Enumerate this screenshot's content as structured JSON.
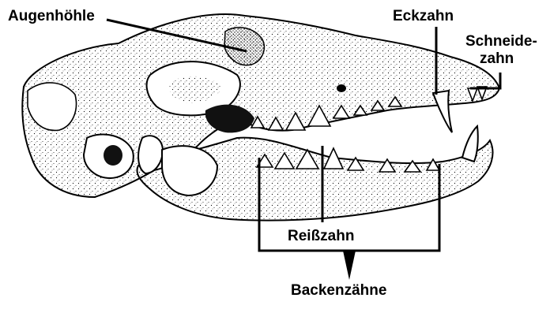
{
  "labels": {
    "augenhoehle": "Augenhöhle",
    "eckzahn": "Eckzahn",
    "schneidezahn_line1": "Schneide-",
    "schneidezahn_line2": "zahn",
    "reisszahn": "Reißzahn",
    "backenzaehne": "Backenzähne"
  },
  "colors": {
    "ink": "#000000",
    "paper": "#ffffff",
    "shade": "#1a1a1a"
  }
}
